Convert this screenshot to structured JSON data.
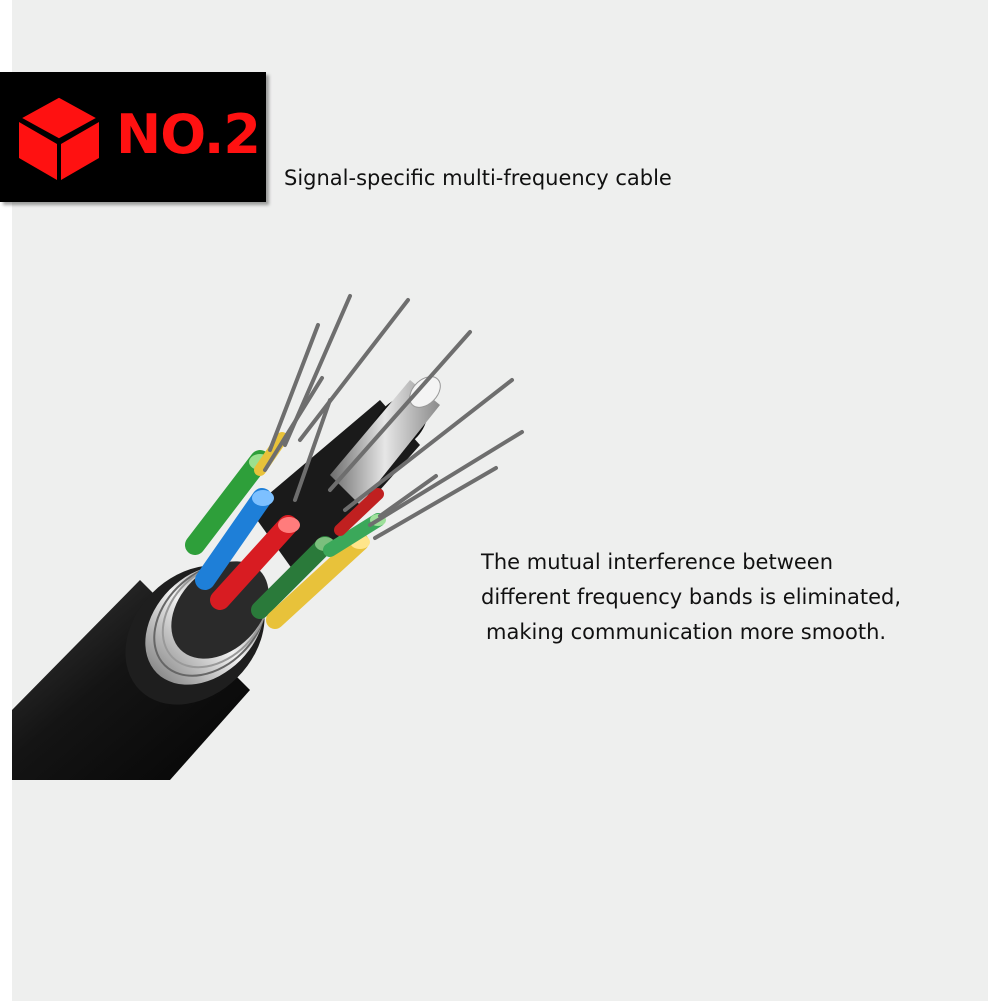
{
  "badge": {
    "text": "NO.2",
    "icon": "cube-icon",
    "color": "#ff1111",
    "background": "#000000"
  },
  "headline": "Signal-specific multi-frequency cable",
  "description": {
    "lines": [
      "The mutual interference between",
      "different frequency bands is eliminated,",
      "making communication more smooth."
    ]
  },
  "illustration": {
    "subject": "fiber-optic-cable",
    "tube_colors": [
      "#2e9f3a",
      "#1e7fd8",
      "#d81c22",
      "#e8c23a",
      "#2a7a3a"
    ]
  }
}
